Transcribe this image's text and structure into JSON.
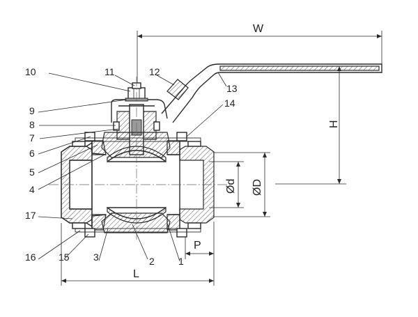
{
  "dimensions": {
    "W": "W",
    "H": "H",
    "L": "L",
    "P": "P",
    "d": "Ød",
    "D": "ØD"
  },
  "parts": [
    "1",
    "2",
    "3",
    "4",
    "5",
    "6",
    "7",
    "8",
    "9",
    "10",
    "11",
    "12",
    "13",
    "14",
    "15",
    "16",
    "17"
  ],
  "colors": {
    "line": "#2a2a2a",
    "background": "#ffffff"
  }
}
